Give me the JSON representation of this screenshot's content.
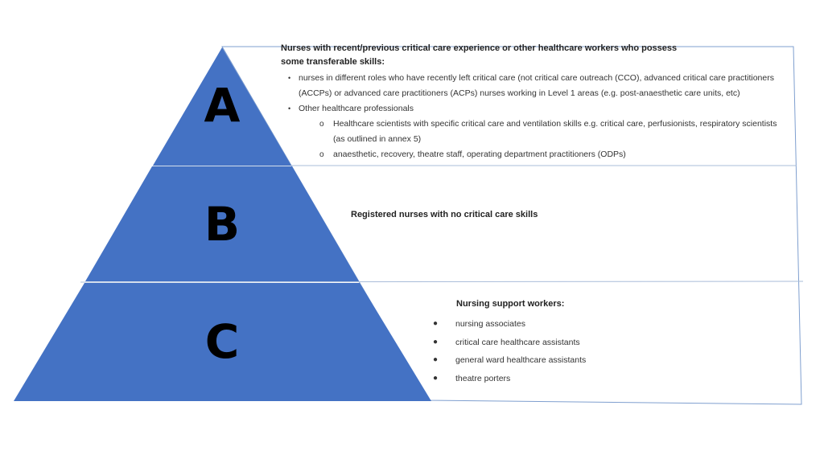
{
  "colors": {
    "pyramid_fill": "#4472C4",
    "divider": "#A9BCD9",
    "box_border": "#7F9FCF"
  },
  "tiers": {
    "a": {
      "letter": "A",
      "heading": "Nurses  with recent/previous critical care experience or other healthcare workers who possess  some transferable skills:",
      "items": [
        "nurses in different  roles who have  recently left critical care (not critical care outreach (CCO),  advanced  critical care practitioners (ACCPs) or advanced  care practitioners (ACPs) nurses working in Level  1 areas (e.g. post-anaesthetic care units, etc)",
        "Other healthcare professionals"
      ],
      "sub_items": [
        "Healthcare  scientists with specific critical care and ventilation  skills e.g. critical care, perfusionists, respiratory scientists (as outlined in annex 5)",
        "anaesthetic, recovery,  theatre staff, operating department  practitioners (ODPs)"
      ]
    },
    "b": {
      "letter": "B",
      "heading": "Registered nurses  with no critical care skills"
    },
    "c": {
      "letter": "C",
      "heading": "Nursing  support  workers:",
      "items": [
        "nursing  associates",
        "critical care healthcare  assistants",
        "general  ward  healthcare  assistants",
        "theatre  porters"
      ]
    }
  }
}
